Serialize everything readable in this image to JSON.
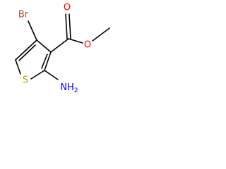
{
  "molecule": {
    "atoms": {
      "br": {
        "symbol": "Br",
        "color": "#a0522d"
      },
      "o1": {
        "symbol": "O",
        "color": "#ff0000"
      },
      "o2": {
        "symbol": "O",
        "color": "#ff0000"
      },
      "s": {
        "symbol": "S",
        "color": "#b8a000"
      },
      "nh2": {
        "symbol": "NH",
        "subscript": "2",
        "color": "#0000ff"
      }
    },
    "bond_color": "#000000"
  }
}
